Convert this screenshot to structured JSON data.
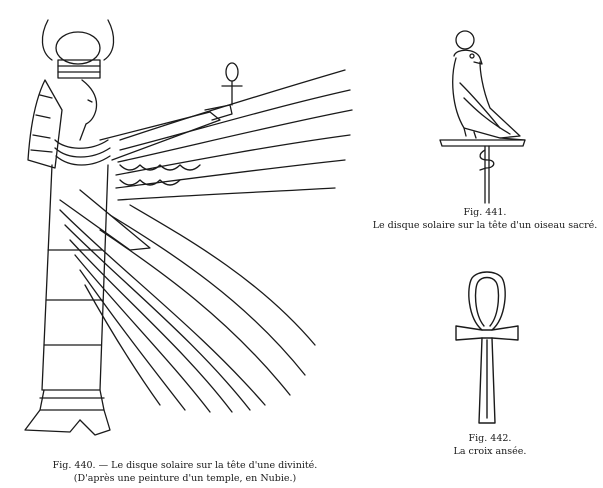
{
  "figures": [
    {
      "id": "fig-440",
      "number_label": "Fig. 440.",
      "caption_line1": "— Le disque solaire sur la tête d'une divinité.",
      "caption_line2": "(D'après une peinture d'un temple, en Nubie.)",
      "icon": "winged-goddess-illustration"
    },
    {
      "id": "fig-441",
      "number_label": "Fig. 441.",
      "caption": "Le disque solaire sur la tête d'un oiseau sacré.",
      "icon": "falcon-on-perch-illustration"
    },
    {
      "id": "fig-442",
      "number_label": "Fig. 442.",
      "caption": "La croix ansée.",
      "icon": "ankh-illustration"
    }
  ],
  "colors": {
    "ink": "#1a1a1a",
    "paper": "#ffffff"
  }
}
